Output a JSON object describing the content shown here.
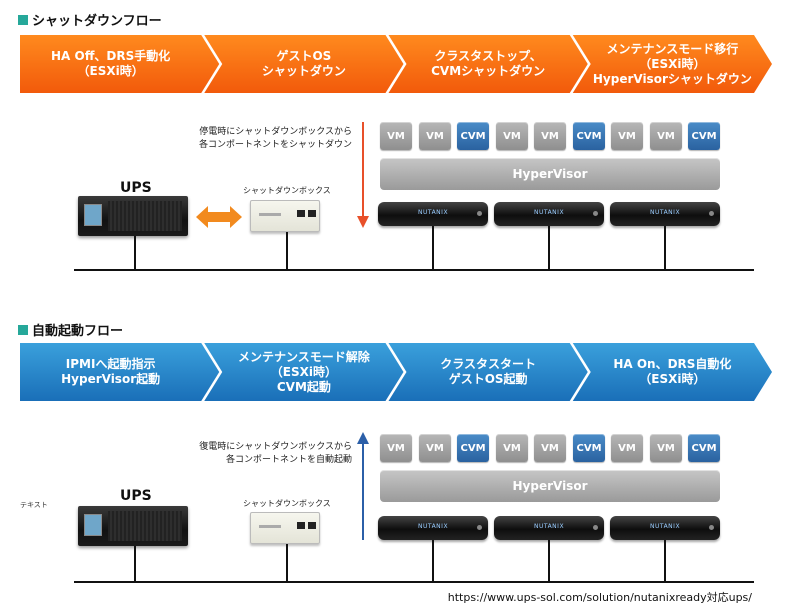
{
  "shutdown": {
    "title": "シャットダウンフロー",
    "steps": [
      {
        "label": "HA Off、DRS手動化\n（ESXi時）"
      },
      {
        "label": "ゲストOS\nシャットダウン"
      },
      {
        "label": "クラスタストップ、\nCVMシャットダウン"
      },
      {
        "label": "メンテナンスモード移行\n（ESXi時）\nHyperVisorシャットダウン"
      }
    ],
    "color_top": "#ff8a1e",
    "color_bottom": "#f25a0b",
    "note": "停電時にシャットダウンボックスから\n各コンポートネントをシャットダウン",
    "arrow_color": "#e8502a"
  },
  "startup": {
    "title": "自動起動フロー",
    "steps": [
      {
        "label": "IPMIへ起動指示\nHyperVisor起動"
      },
      {
        "label": "メンテナンスモード解除\n（ESXi時）\nCVM起動"
      },
      {
        "label": "クラスタスタート\nゲストOS起動"
      },
      {
        "label": "HA On、DRS自動化\n（ESXi時）"
      }
    ],
    "color_top": "#3aa0dc",
    "color_bottom": "#1a6fb8",
    "note": "復電時にシャットダウンボックスから\n各コンポートネントを自動起動",
    "arrow_color": "#2b5fa8"
  },
  "ups_label": "UPS",
  "box_label": "シャットダウンボックス",
  "vms": [
    "VM",
    "VM",
    "CVM",
    "VM",
    "VM",
    "CVM",
    "VM",
    "VM",
    "CVM"
  ],
  "hypervisor_label": "HyperVisor",
  "node_brand": "NUTANIX",
  "side_text": "テキスト",
  "url": "https://www.ups-sol.com/solution/nutanixready対応ups/",
  "link_arrow_color": "#f28a1e"
}
